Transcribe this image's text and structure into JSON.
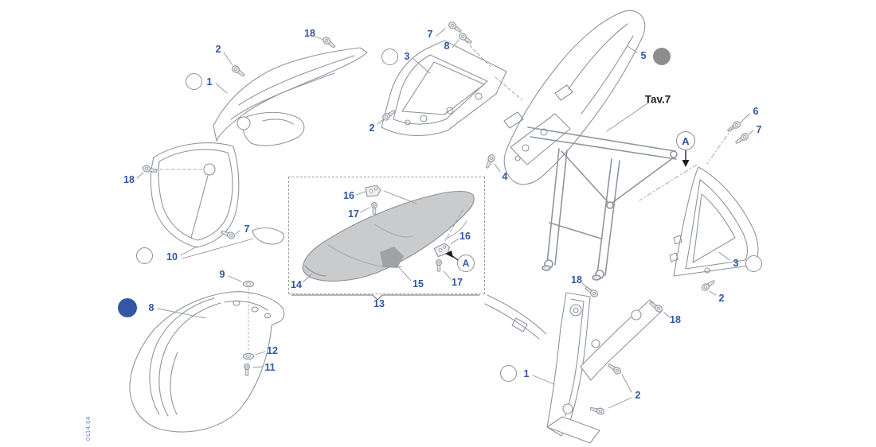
{
  "diagram": {
    "sheet_code": "0114.04",
    "frame_reference": "Tav.7",
    "detail_marker": "A",
    "colors": {
      "label_text": "#2f55a4",
      "reference_text": "#1f1f1f",
      "art_line": "#8f959e",
      "selected_fill_blue": "#3456a4",
      "selected_fill_gray": "#8d8d8d",
      "seat_fill": "#c9cbcc"
    },
    "callouts": {
      "air_scoop": {
        "part": "1",
        "bolt": "2",
        "screw_top": "18"
      },
      "side_panel_left": {
        "part": "3",
        "bolt_a": "7",
        "bolt_b": "8",
        "bolt_lower": "2"
      },
      "rear_fender": {
        "part": "5",
        "bolt": "4"
      },
      "side_panel_right": {
        "part": "3",
        "bolt_a": "6",
        "bolt_b": "7",
        "bolt_lower": "2"
      },
      "number_plate": {
        "part": "10",
        "screw": "18",
        "bolt": "7"
      },
      "seat": {
        "assembly": "13",
        "base": "14",
        "pad_insert": "15",
        "bracket_front": "16",
        "screw_front": "17",
        "bracket_rear": "16",
        "screw_rear": "17"
      },
      "front_fender": {
        "part": "8",
        "grommet": "9",
        "washer": "12",
        "bolt": "11"
      },
      "rear_side_panel": {
        "part": "1",
        "screw_a": "18",
        "screw_b": "18",
        "bolts": "2"
      }
    }
  }
}
